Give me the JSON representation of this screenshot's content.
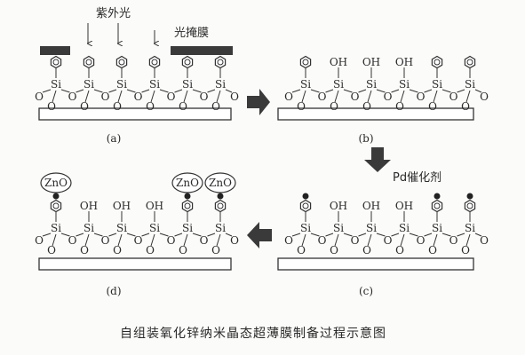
{
  "labels": {
    "uv": "紫外光",
    "photomask": "光掩膜",
    "catalyst": "Pd催化剂",
    "caption": "自组装氧化锌纳米晶态超薄膜制备过程示意图"
  },
  "chem": {
    "si": "Si",
    "o": "O",
    "oh": "OH",
    "zno": "ZnO"
  },
  "panels": [
    {
      "id": "a",
      "label": "(a)",
      "groups": [
        "ring-arrow",
        "ring",
        "ring",
        "ring",
        "ring",
        "ring"
      ]
    },
    {
      "id": "b",
      "label": "(b)",
      "groups": [
        "ring",
        "oh",
        "oh",
        "oh",
        "ring",
        "ring"
      ]
    },
    {
      "id": "c",
      "label": "(c)",
      "groups": [
        "ring-pd",
        "oh",
        "oh",
        "oh",
        "ring-pd",
        "ring-pd"
      ]
    },
    {
      "id": "d",
      "label": "(d)",
      "groups": [
        "ring-zno",
        "oh",
        "oh",
        "oh",
        "ring-zno",
        "ring-zno"
      ]
    }
  ],
  "colors": {
    "ink": "#333333",
    "mask": "#3a3a3a",
    "arrow": "#3a3a3a",
    "substrate": "#ffffff"
  }
}
